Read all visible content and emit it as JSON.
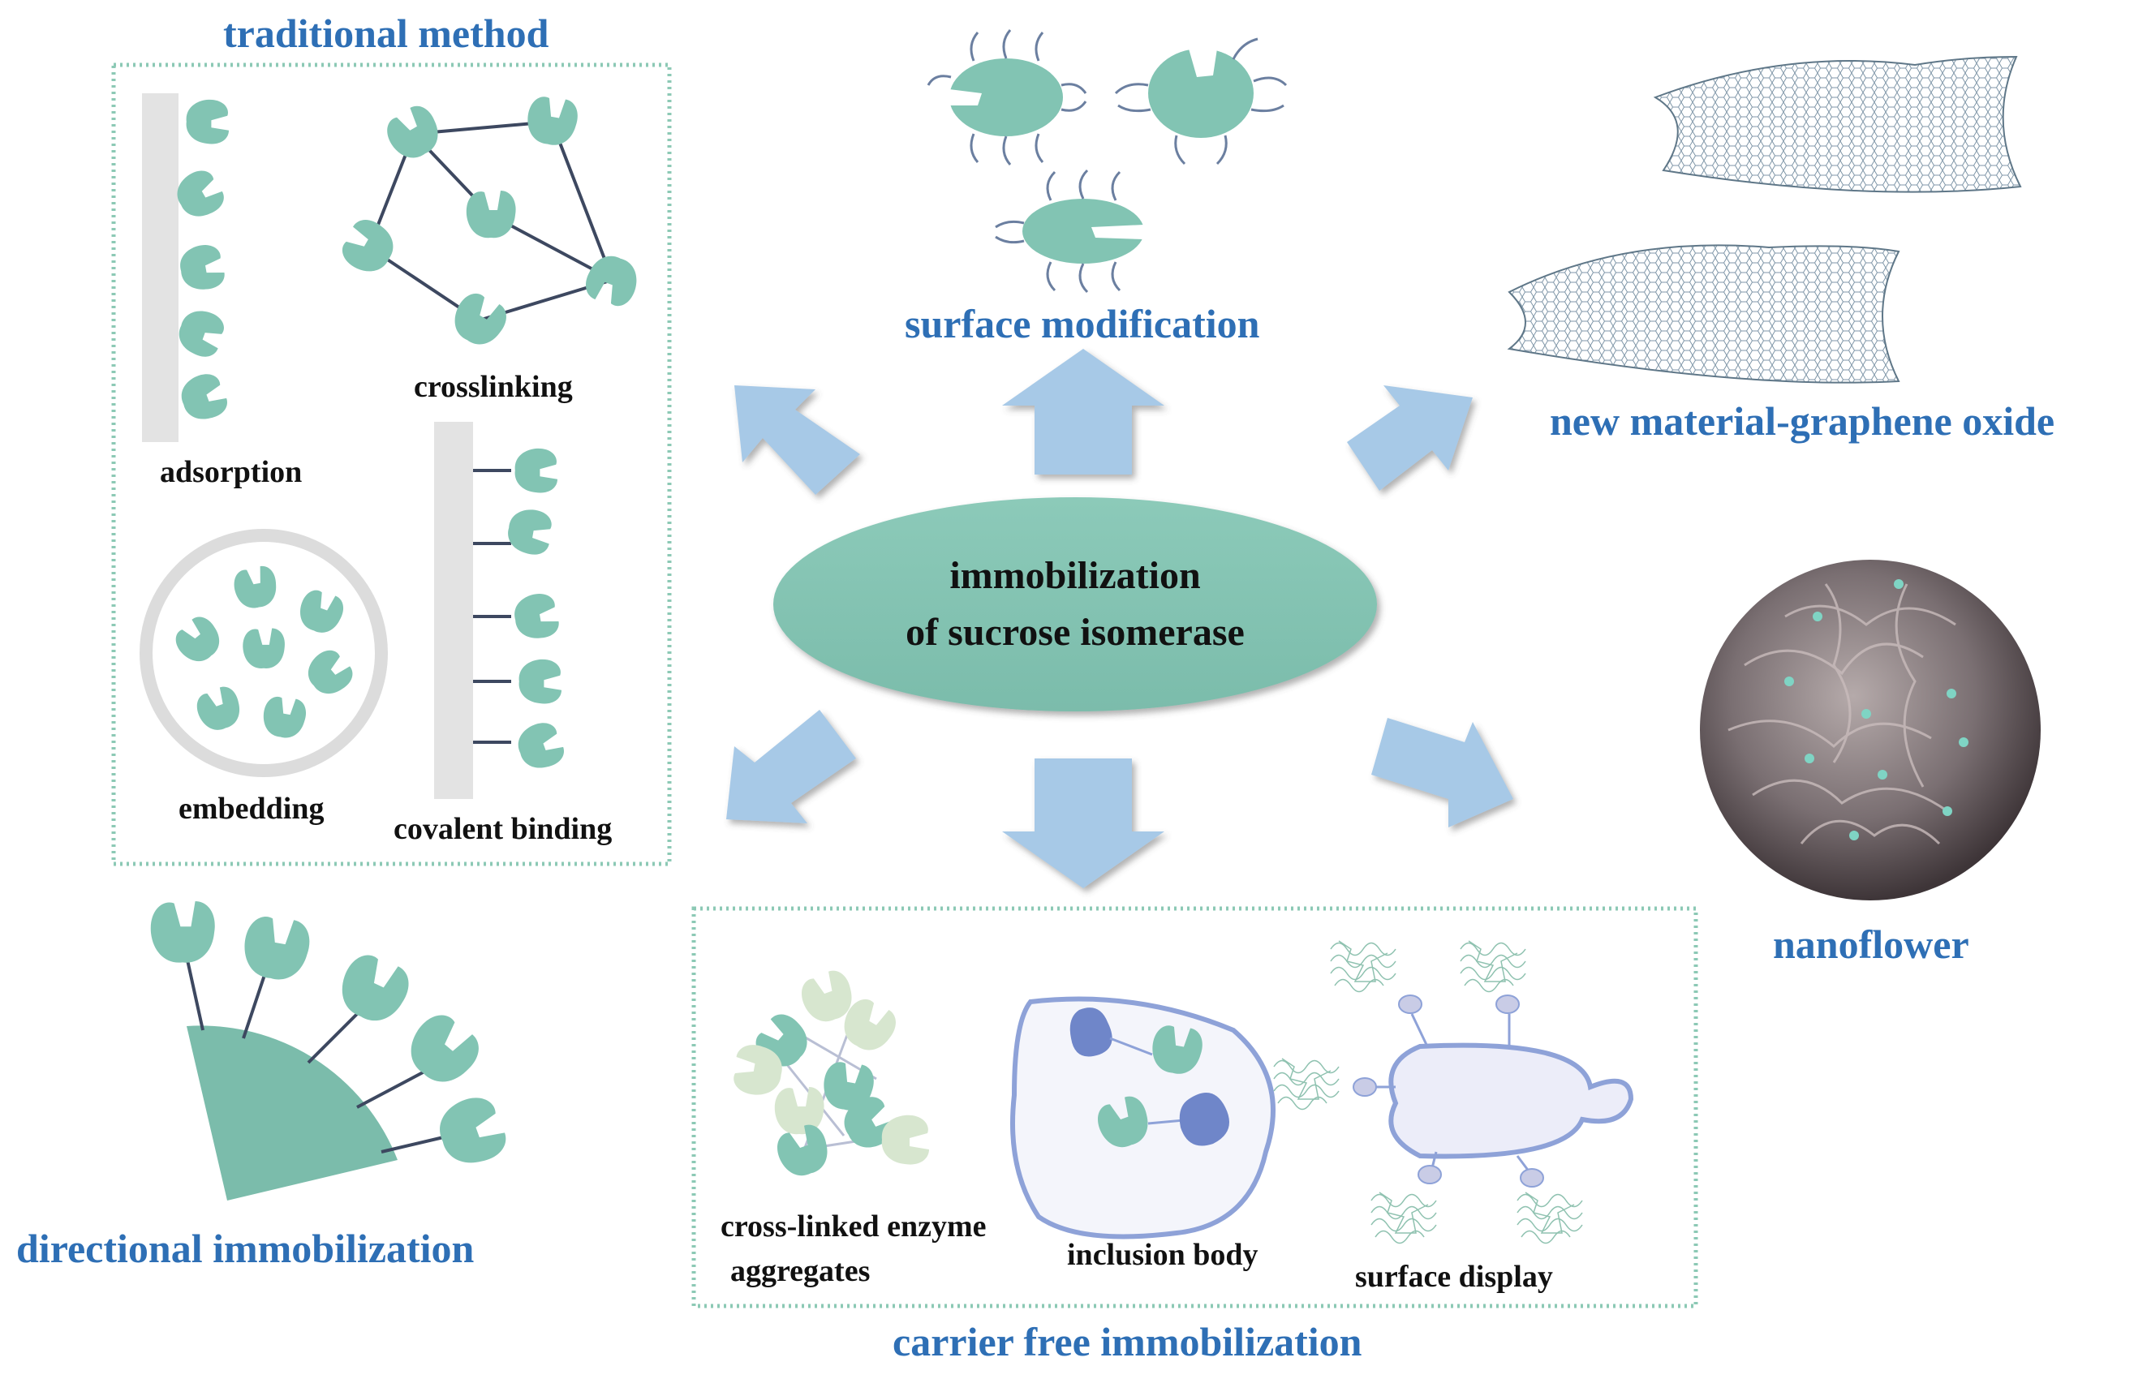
{
  "center": {
    "line1": "immobilization",
    "line2": "of sucrose isomerase"
  },
  "traditional_method": {
    "title": "traditional method",
    "labels": {
      "adsorption": "adsorption",
      "crosslinking": "crosslinking",
      "embedding": "embedding",
      "covalent_binding": "covalent binding"
    }
  },
  "surface_modification": {
    "title": "surface modification"
  },
  "graphene": {
    "title": "new material-graphene oxide"
  },
  "nanoflower": {
    "title": "nanoflower"
  },
  "directional": {
    "title": "directional immobilization"
  },
  "carrier_free": {
    "title": "carrier free immobilization",
    "labels": {
      "cross_linked_1": "cross-linked enzyme",
      "cross_linked_2": "aggregates",
      "inclusion_body": "inclusion body",
      "surface_display": "surface display"
    }
  },
  "colors": {
    "enzyme": "#82c4b3",
    "center_ellipse": "#86c5b5",
    "arrow": "#a7c9e7",
    "title_blue": "#2e6fb5",
    "box_border": "#8cc9b5",
    "inclusion_protein": "#6f86c9",
    "graphene": "#7f96a8",
    "nanoflower": "#7a6f72"
  }
}
